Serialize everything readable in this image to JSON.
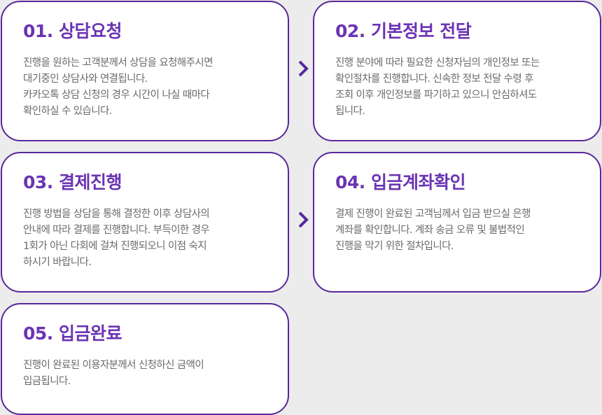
{
  "steps": [
    {
      "title": "01. 상담요청",
      "body": "진행을 원하는 고객분께서 상담을 요청해주시면\n대기중인 상담사와 연결됩니다.\n카카오톡 상담 신청의 경우 시간이 나실 때마다\n확인하실 수 있습니다."
    },
    {
      "title": "02. 기본정보 전달",
      "body": "진행 분야에 따라 필요한 신청자님의 개인정보 또는\n확인절차를 진행합니다. 신속한 정보 전달 수령 후\n조회 이후 개인정보를 파기하고 있으니 안심하셔도\n됩니다."
    },
    {
      "title": "03. 결제진행",
      "body": "진행 방법을 상담을 통해 결정한 이후 상담사의\n안내에 따라 결제를 진행합니다. 부득이한 경우\n1회가 아닌 다회에 걸쳐 진행되오니 이점 숙지\n하시기 바랍니다."
    },
    {
      "title": "04. 입금계좌확인",
      "body": "결제 진행이 완료된 고객님께서 입금 받으실 은행\n계좌를 확인합니다. 계좌 송금 오류 및 불법적인\n진행을 막기 위한 절차입니다."
    },
    {
      "title": "05. 입금완료",
      "body": "진행이 완료된 이용자분께서 신청하신 금액이\n입금됩니다."
    }
  ],
  "colors": {
    "accent": "#6b34b3",
    "border": "#58289a",
    "text": "#6a6a6a",
    "background": "#ececec"
  },
  "icons": {
    "arrow": "chevron-right-icon"
  }
}
